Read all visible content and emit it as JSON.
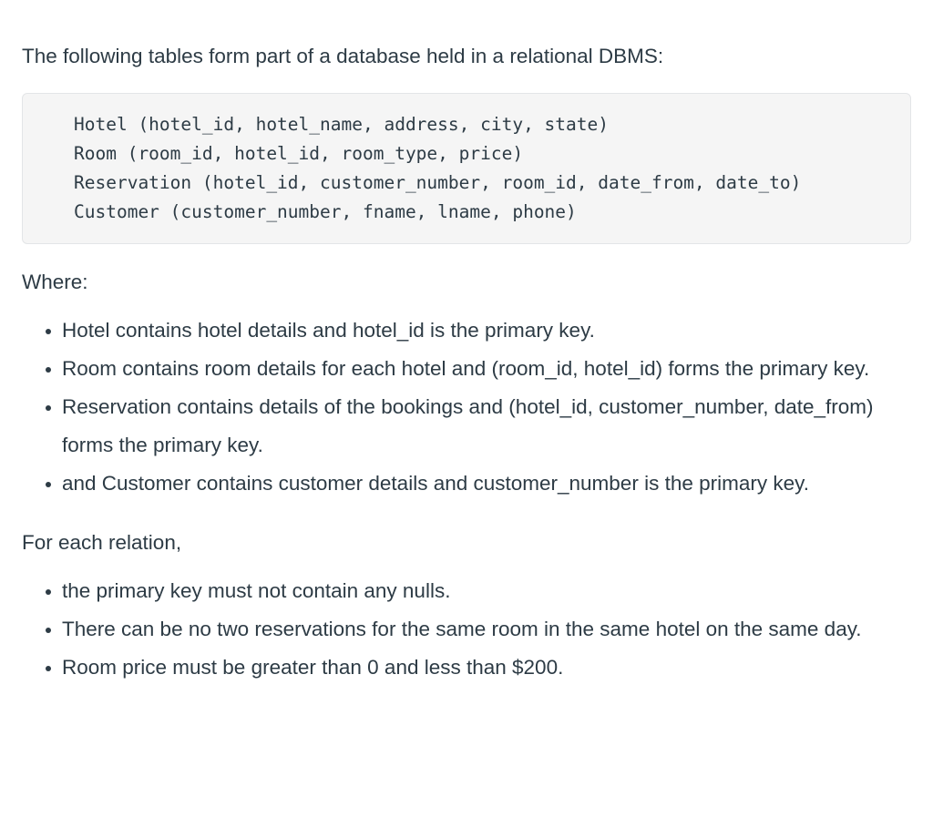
{
  "document": {
    "intro": "The following tables form part of a database held in a relational DBMS:",
    "schema": {
      "lines": [
        "Hotel (hotel_id, hotel_name, address, city, state)",
        "Room (room_id, hotel_id, room_type, price)",
        "Reservation (hotel_id, customer_number, room_id, date_from, date_to)",
        "Customer (customer_number, fname, lname, phone)"
      ]
    },
    "where_heading": "Where:",
    "where_items": [
      "Hotel contains hotel details and hotel_id is the primary key.",
      "Room contains room details for each hotel and (room_id, hotel_id) forms the primary key.",
      "Reservation contains details of the bookings and (hotel_id, customer_number, date_from) forms the primary key.",
      "and Customer contains customer details and customer_number is the primary key."
    ],
    "for_each_heading": "For each relation,",
    "constraint_items": [
      "the primary key must not contain any nulls.",
      "There can be no two reservations for the same room in the same hotel on the same day.",
      "Room price must be greater than 0 and less than $200."
    ]
  },
  "colors": {
    "text": "#2d3b45",
    "code_background": "#f5f5f5",
    "code_border": "#e3e5e7",
    "page_background": "#ffffff"
  }
}
